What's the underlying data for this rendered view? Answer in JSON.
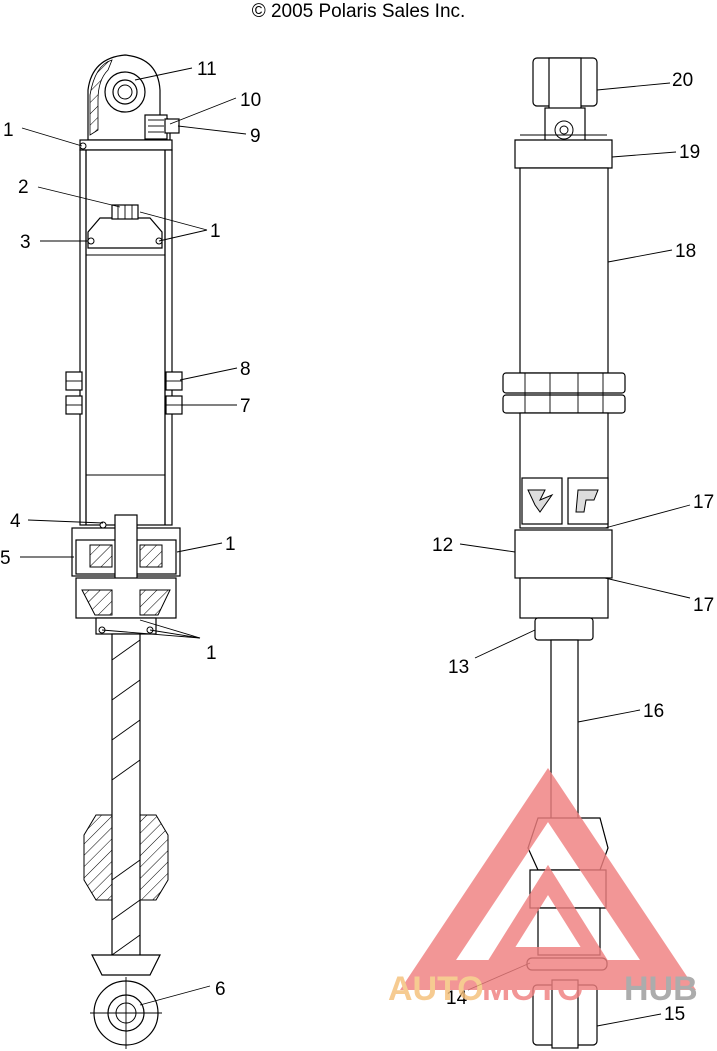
{
  "header": {
    "copyright": "© 2005 Polaris Sales Inc."
  },
  "callouts": {
    "c1a": "1",
    "c2": "2",
    "c3": "3",
    "c1b": "1",
    "c11": "11",
    "c10": "10",
    "c9": "9",
    "c8": "8",
    "c7": "7",
    "c4": "4",
    "c5": "5",
    "c1c": "1",
    "c1d": "1",
    "c6": "6",
    "c20": "20",
    "c19": "19",
    "c18": "18",
    "c17a": "17",
    "c12": "12",
    "c17b": "17",
    "c13": "13",
    "c16": "16",
    "c14": "14",
    "c15": "15"
  },
  "watermark": {
    "part1": "AUTO",
    "part2": "MOTO",
    "part3": "HUB"
  },
  "colors": {
    "watermark_red": "#f08080",
    "watermark_orange": "#f5c07a",
    "watermark_gray": "#9a9a9a"
  }
}
